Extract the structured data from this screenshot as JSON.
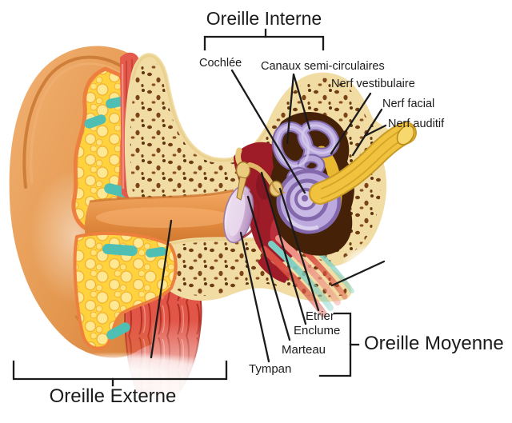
{
  "diagram": {
    "type": "anatomy-diagram",
    "language": "fr",
    "sections": [
      {
        "id": "oreille-interne",
        "label": "Oreille Interne"
      },
      {
        "id": "oreille-moyenne",
        "label": "Oreille Moyenne"
      },
      {
        "id": "oreille-externe",
        "label": "Oreille Externe"
      }
    ],
    "part_labels": [
      {
        "id": "cochlee",
        "label": "Cochlée"
      },
      {
        "id": "canaux-semi-circulaires",
        "label": "Canaux semi-circulaires"
      },
      {
        "id": "nerf-vestibulaire",
        "label": "Nerf vestibulaire"
      },
      {
        "id": "nerf-facial",
        "label": "Nerf facial"
      },
      {
        "id": "nerf-auditif",
        "label": "Nerf auditif"
      },
      {
        "id": "etrier",
        "label": "Etrier"
      },
      {
        "id": "enclume",
        "label": "Enclume"
      },
      {
        "id": "marteau",
        "label": "Marteau"
      },
      {
        "id": "tympan",
        "label": "Tympan"
      }
    ],
    "colors": {
      "background": "#ffffff",
      "text": "#1b1b1b",
      "annotation_line": "#1b1b1b",
      "skin": "#e8964f",
      "fat": "#ffd23e",
      "cartilage": "#52bfb4",
      "muscle": "#e05545",
      "bone": "#f1dca4",
      "bone_speckle": "#6e3d14",
      "middle_ear_cavity": "#9e1c28",
      "labyrinth": "#b9a7dc",
      "nerve": "#f0c23e",
      "eardrum": "#c9a8c8"
    }
  }
}
